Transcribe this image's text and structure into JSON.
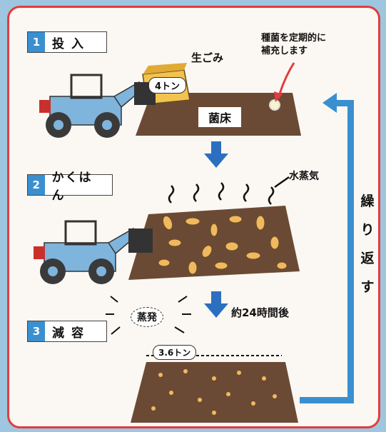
{
  "steps": [
    {
      "num": "1",
      "label": "投入"
    },
    {
      "num": "2",
      "label": "かくはん"
    },
    {
      "num": "3",
      "label": "減容"
    }
  ],
  "labels": {
    "garbage": "生ごみ",
    "weight_in": "4トン",
    "bed": "菌床",
    "supplement_line1": "種菌を定期的に",
    "supplement_line2": "補充します",
    "steam": "水蒸気",
    "evaporation": "蒸発",
    "time": "約24時間後",
    "weight_out": "3.6トン",
    "repeat": "繰り返す"
  },
  "colors": {
    "frame": "#e23c3f",
    "accent": "#3a8fd0",
    "soil": "#6b4a35",
    "chip": "#f0b960"
  }
}
